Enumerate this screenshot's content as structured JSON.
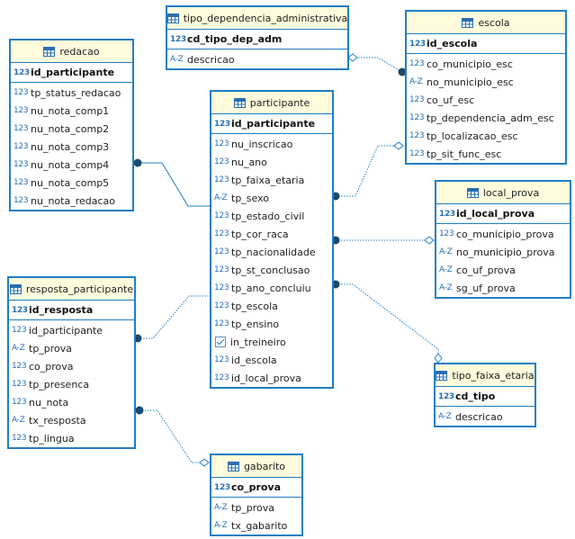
{
  "icons": {
    "table": "table-icon",
    "number": "123",
    "text": "A-Z",
    "bool": "checkbox-icon"
  },
  "colors": {
    "border": "#1f7fc4",
    "header_bg": "#fffbdc",
    "link": "#1f7fc4",
    "mandatory_dot": "#1a4a6e"
  },
  "tables": {
    "tipo_dependencia_administrativa": {
      "name": "tipo_dependencia_administrativa",
      "pk": "cd_tipo_dep_adm",
      "cols": [
        {
          "t": "A-Z",
          "n": "descricao"
        }
      ]
    },
    "escola": {
      "name": "escola",
      "pk": "id_escola",
      "cols": [
        {
          "t": "123",
          "n": "co_municipio_esc"
        },
        {
          "t": "A-Z",
          "n": "no_municipio_esc"
        },
        {
          "t": "123",
          "n": "co_uf_esc"
        },
        {
          "t": "123",
          "n": "tp_dependencia_adm_esc"
        },
        {
          "t": "123",
          "n": "tp_localizacao_esc"
        },
        {
          "t": "123",
          "n": "tp_sit_func_esc"
        }
      ]
    },
    "redacao": {
      "name": "redacao",
      "pk": "id_participante",
      "cols": [
        {
          "t": "123",
          "n": "tp_status_redacao"
        },
        {
          "t": "123",
          "n": "nu_nota_comp1"
        },
        {
          "t": "123",
          "n": "nu_nota_comp2"
        },
        {
          "t": "123",
          "n": "nu_nota_comp3"
        },
        {
          "t": "123",
          "n": "nu_nota_comp4"
        },
        {
          "t": "123",
          "n": "nu_nota_comp5"
        },
        {
          "t": "123",
          "n": "nu_nota_redacao"
        }
      ]
    },
    "participante": {
      "name": "participante",
      "pk": "id_participante",
      "cols": [
        {
          "t": "123",
          "n": "nu_inscricao"
        },
        {
          "t": "123",
          "n": "nu_ano"
        },
        {
          "t": "123",
          "n": "tp_faixa_etaria"
        },
        {
          "t": "A-Z",
          "n": "tp_sexo"
        },
        {
          "t": "123",
          "n": "tp_estado_civil"
        },
        {
          "t": "123",
          "n": "tp_cor_raca"
        },
        {
          "t": "123",
          "n": "tp_nacionalidade"
        },
        {
          "t": "123",
          "n": "tp_st_conclusao"
        },
        {
          "t": "123",
          "n": "tp_ano_concluiu"
        },
        {
          "t": "123",
          "n": "tp_escola"
        },
        {
          "t": "123",
          "n": "tp_ensino"
        },
        {
          "t": "bool",
          "n": "in_treineiro"
        },
        {
          "t": "123",
          "n": "id_escola"
        },
        {
          "t": "123",
          "n": "id_local_prova"
        }
      ]
    },
    "local_prova": {
      "name": "local_prova",
      "pk": "id_local_prova",
      "cols": [
        {
          "t": "123",
          "n": "co_municipio_prova"
        },
        {
          "t": "A-Z",
          "n": "no_municipio_prova"
        },
        {
          "t": "A-Z",
          "n": "co_uf_prova"
        },
        {
          "t": "A-Z",
          "n": "sg_uf_prova"
        }
      ]
    },
    "resposta_participante": {
      "name": "resposta_participante",
      "pk": "id_resposta",
      "cols": [
        {
          "t": "123",
          "n": "id_participante"
        },
        {
          "t": "A-Z",
          "n": "tp_prova"
        },
        {
          "t": "123",
          "n": "co_prova"
        },
        {
          "t": "123",
          "n": "tp_presenca"
        },
        {
          "t": "123",
          "n": "nu_nota"
        },
        {
          "t": "A-Z",
          "n": "tx_resposta"
        },
        {
          "t": "123",
          "n": "tp_lingua"
        }
      ]
    },
    "tipo_faixa_etaria": {
      "name": "tipo_faixa_etaria",
      "pk": "cd_tipo",
      "cols": [
        {
          "t": "A-Z",
          "n": "descricao"
        }
      ]
    },
    "gabarito": {
      "name": "gabarito",
      "pk": "co_prova",
      "cols": [
        {
          "t": "A-Z",
          "n": "tp_prova"
        },
        {
          "t": "A-Z",
          "n": "tx_gabarito"
        }
      ]
    }
  }
}
